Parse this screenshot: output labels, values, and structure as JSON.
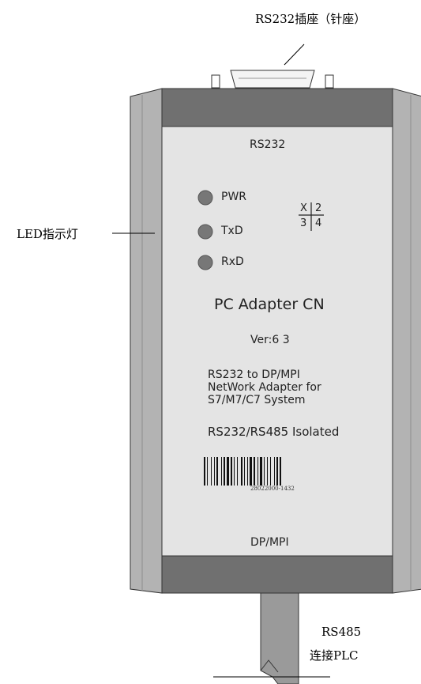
{
  "callouts": {
    "rs232_socket": "RS232插座（针座）",
    "led": "LED指示灯",
    "rs485_line1": "RS485",
    "rs485_line2": "连接PLC"
  },
  "device": {
    "top_port_label": "RS232",
    "leds": [
      {
        "label": "PWR"
      },
      {
        "label": "TxD"
      },
      {
        "label": "RxD"
      }
    ],
    "grid_digits": [
      "X",
      "2",
      "3",
      "4"
    ],
    "title": "PC Adapter CN",
    "version": "Ver:6 3",
    "description": [
      "RS232 to DP/MPI",
      "NetWork Adapter for",
      "S7/M7/C7 System"
    ],
    "isolated": "RS232/RS485 Isolated",
    "barcode_number": "28022000-1432",
    "bottom_port_label": "DP/MPI"
  },
  "colors": {
    "body_face": "#e4e4e4",
    "end_cap": "#707070",
    "side_rail": "#b3b3b3",
    "led": "#777777",
    "cable": "#9a9a9a"
  }
}
